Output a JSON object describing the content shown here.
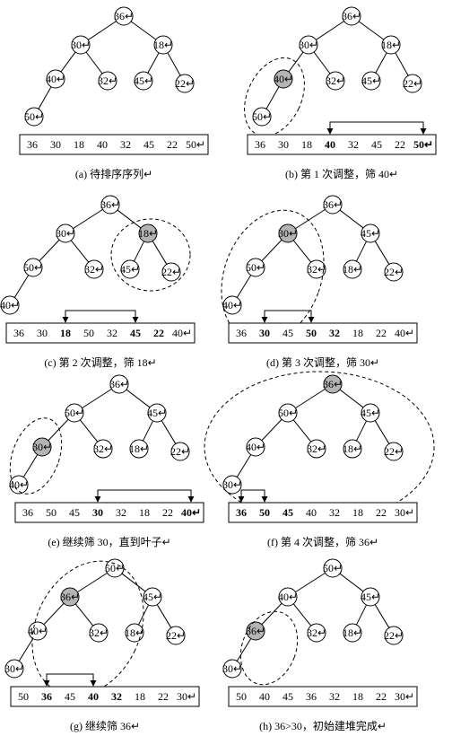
{
  "steps": [
    {
      "id": "a",
      "caption": "(a) 待排序序列↵",
      "array": [
        "36",
        "30",
        "18",
        "40",
        "32",
        "45",
        "22",
        "50↵"
      ],
      "bold": [],
      "nodes": [
        "36↵",
        "30↵",
        "18↵",
        "40↵",
        "32↵",
        "45↵",
        "22↵",
        "50↵"
      ],
      "highlight": []
    },
    {
      "id": "b",
      "caption": "(b) 第 1 次调整，筛 40↵",
      "array": [
        "36",
        "30",
        "18",
        "40",
        "32",
        "45",
        "22",
        "50↵"
      ],
      "bold": [
        3,
        7
      ],
      "nodes": [
        "36↵",
        "30↵",
        "18↵",
        "40↵",
        "32↵",
        "45↵",
        "22↵",
        "50↵"
      ],
      "highlight": [
        3
      ]
    },
    {
      "id": "c",
      "caption": "(c) 第 2 次调整，筛 18↵",
      "array": [
        "36",
        "30",
        "18",
        "50",
        "32",
        "45",
        "22",
        "40↵"
      ],
      "bold": [
        2,
        5,
        6
      ],
      "nodes": [
        "36↵",
        "30↵",
        "18↵",
        "50↵",
        "32↵",
        "45↵",
        "22↵",
        "40↵"
      ],
      "highlight": [
        2
      ]
    },
    {
      "id": "d",
      "caption": "(d) 第 3 次调整，筛 30↵",
      "array": [
        "36",
        "30",
        "45",
        "50",
        "32",
        "18",
        "22",
        "40↵"
      ],
      "bold": [
        1,
        3,
        4
      ],
      "nodes": [
        "36↵",
        "30↵",
        "45↵",
        "50↵",
        "32↵",
        "18↵",
        "22↵",
        "40↵"
      ],
      "highlight": [
        1
      ]
    },
    {
      "id": "e",
      "caption": "(e) 继续筛 30，直到叶子↵",
      "array": [
        "36",
        "50",
        "45",
        "30",
        "32",
        "18",
        "22",
        "40↵"
      ],
      "bold": [
        3,
        7
      ],
      "nodes": [
        "36↵",
        "50↵",
        "45↵",
        "30↵",
        "32↵",
        "18↵",
        "22↵",
        "40↵"
      ],
      "highlight": [
        3
      ]
    },
    {
      "id": "f",
      "caption": "(f) 第 4 次调整，筛 36↵",
      "array": [
        "36",
        "50",
        "45",
        "40",
        "32",
        "18",
        "22",
        "30↵"
      ],
      "bold": [
        0,
        1,
        2
      ],
      "nodes": [
        "36↵",
        "50↵",
        "45↵",
        "40↵",
        "32↵",
        "18↵",
        "22↵",
        "30↵"
      ],
      "highlight": [
        0
      ]
    },
    {
      "id": "g",
      "caption": "(g) 继续筛 36↵",
      "array": [
        "50",
        "36",
        "45",
        "40",
        "32",
        "18",
        "22",
        "30↵"
      ],
      "bold": [
        1,
        3,
        4
      ],
      "nodes": [
        "50↵",
        "36↵",
        "45↵",
        "40↵",
        "32↵",
        "18↵",
        "22↵",
        "30↵"
      ],
      "highlight": [
        1
      ]
    },
    {
      "id": "h",
      "caption": "(h) 36>30，初始建堆完成↵",
      "array": [
        "50",
        "40",
        "45",
        "36",
        "32",
        "18",
        "22",
        "30↵"
      ],
      "bold": [],
      "nodes": [
        "50↵",
        "40↵",
        "45↵",
        "36↵",
        "32↵",
        "18↵",
        "22↵",
        "30↵"
      ],
      "highlight": [
        3
      ]
    }
  ],
  "colors": {
    "highlight": "#b4b4b4",
    "node": "#ffffff",
    "line": "#000000"
  }
}
